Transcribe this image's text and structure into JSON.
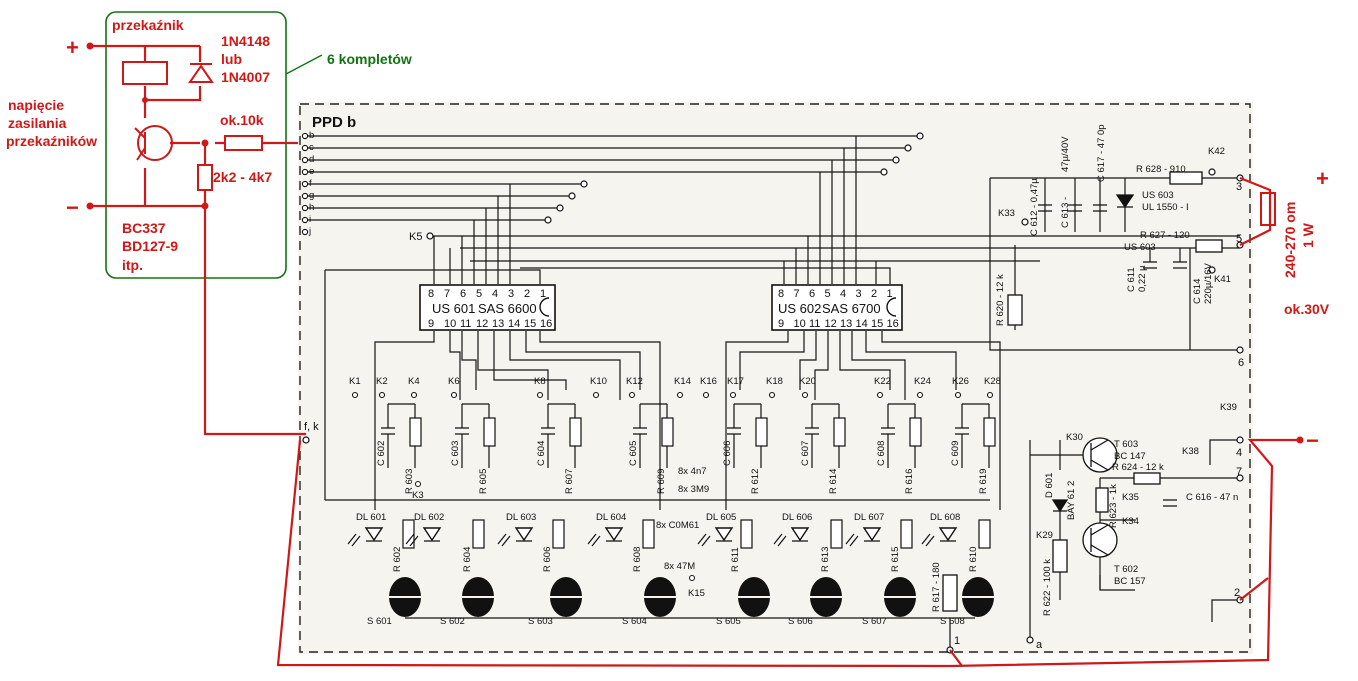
{
  "colors": {
    "paper": "#f6f4ee",
    "ink": "#111111",
    "annotation": "#d01818",
    "group": "#137313"
  },
  "module": {
    "name": "PPD b"
  },
  "annotations": {
    "relay": "przekaźnik",
    "diode_1": "1N4148",
    "diode_or": "lub",
    "diode_2": "1N4007",
    "sets": "6 kompletów",
    "supply_1": "napięcie",
    "supply_2": "zasilania",
    "supply_3": "przekaźników",
    "res_base": "ok.10k",
    "res_pull": "2k2 - 4k7",
    "tr_1": "BC337",
    "tr_2": "BD127-9",
    "tr_3": "itp.",
    "plus_left": "+",
    "minus_left": "−",
    "plus_right": "+",
    "minus_right": "−",
    "res_series_1": "240-270 om",
    "res_series_2": "1 W",
    "voltage": "ok.30V"
  },
  "bus_letters": [
    "b",
    "c",
    "d",
    "e",
    "f",
    "g",
    "h",
    "i",
    "j"
  ],
  "ic1": {
    "l1": "US 601",
    "l2": "SAS 6600",
    "top_pins": [
      "8",
      "7",
      "6",
      "5",
      "4",
      "3",
      "2",
      "1"
    ],
    "bottom_pins": [
      "9",
      "10",
      "11",
      "12",
      "13",
      "14",
      "15",
      "16"
    ]
  },
  "ic2": {
    "l1": "US 602",
    "l2": "SAS 6700",
    "top_pins": [
      "8",
      "7",
      "6",
      "5",
      "4",
      "3",
      "2",
      "1"
    ],
    "bottom_pins": [
      "9",
      "10",
      "11",
      "12",
      "13",
      "14",
      "15",
      "16"
    ]
  },
  "k_points": [
    "K1",
    "K2",
    "K4",
    "K6",
    "K8",
    "K10",
    "K12",
    "K14",
    "K16",
    "K17",
    "K18",
    "K20",
    "K22",
    "K24",
    "K26",
    "K28"
  ],
  "k_misc": {
    "k5": "K5",
    "k3": "K3",
    "k15": "K15",
    "k33": "K33",
    "k42": "K42",
    "k41": "K41",
    "k39": "K39",
    "k38": "K38",
    "k30": "K30",
    "k35": "K35",
    "k34": "K34",
    "k29": "K29"
  },
  "leds": [
    "DL 601",
    "DL 602",
    "DL 603",
    "DL 604",
    "DL 605",
    "DL 606",
    "DL 607",
    "DL 608"
  ],
  "switches": [
    "S 601",
    "S 602",
    "S 603",
    "S 604",
    "S 605",
    "S 606",
    "S 607",
    "S 608"
  ],
  "caps_rc": [
    "C 602",
    "C 603",
    "C 604",
    "C 605",
    "C 606",
    "C 607",
    "C 608",
    "C 609"
  ],
  "res_rc": [
    "R 603",
    "R 605",
    "R 607",
    "R 609",
    "R 612",
    "R 614",
    "R 616",
    "R 619"
  ],
  "res_led": [
    "R 602",
    "R 604",
    "R 606",
    "R 608",
    "R 611",
    "R 613",
    "R 615",
    "R 610"
  ],
  "notes": {
    "rc1": "8x 4n7",
    "rc2": "8x 3M9",
    "rc3": "8x C0M61",
    "rc4": "8x 47M"
  },
  "supply_parts": {
    "r628": "R 628 - 910",
    "c612": "C 612 - 0,47µ",
    "c613a": "47µ/40V",
    "c613b": "C 613 -",
    "c617": "C 617 - 47 0p",
    "us603a": "US 603",
    "us603b": "UL 1550 - I",
    "r627": "R 627 - 120",
    "c611a": "C 611",
    "c611b": "0,22 µ",
    "c614a": "C 614",
    "c614b": "220µ/16V",
    "r620": "R 620 - 12 k",
    "r617": "R 617 - 180"
  },
  "transistor_parts": {
    "t603a": "T 603",
    "t603b": "BC 147",
    "r624": "R 624 - 12 k",
    "c616": "C 616 - 47 n",
    "d601a": "D 601",
    "d601b": "BAY 61 2",
    "r623": "R 623 - 1k",
    "r622": "R 622 - 100 k",
    "t602a": "T 602",
    "t602b": "BC 157"
  },
  "terminals": [
    "1",
    "2",
    "3",
    "4",
    "5",
    "6",
    "7"
  ],
  "fk": "f, k",
  "term_a": "a"
}
